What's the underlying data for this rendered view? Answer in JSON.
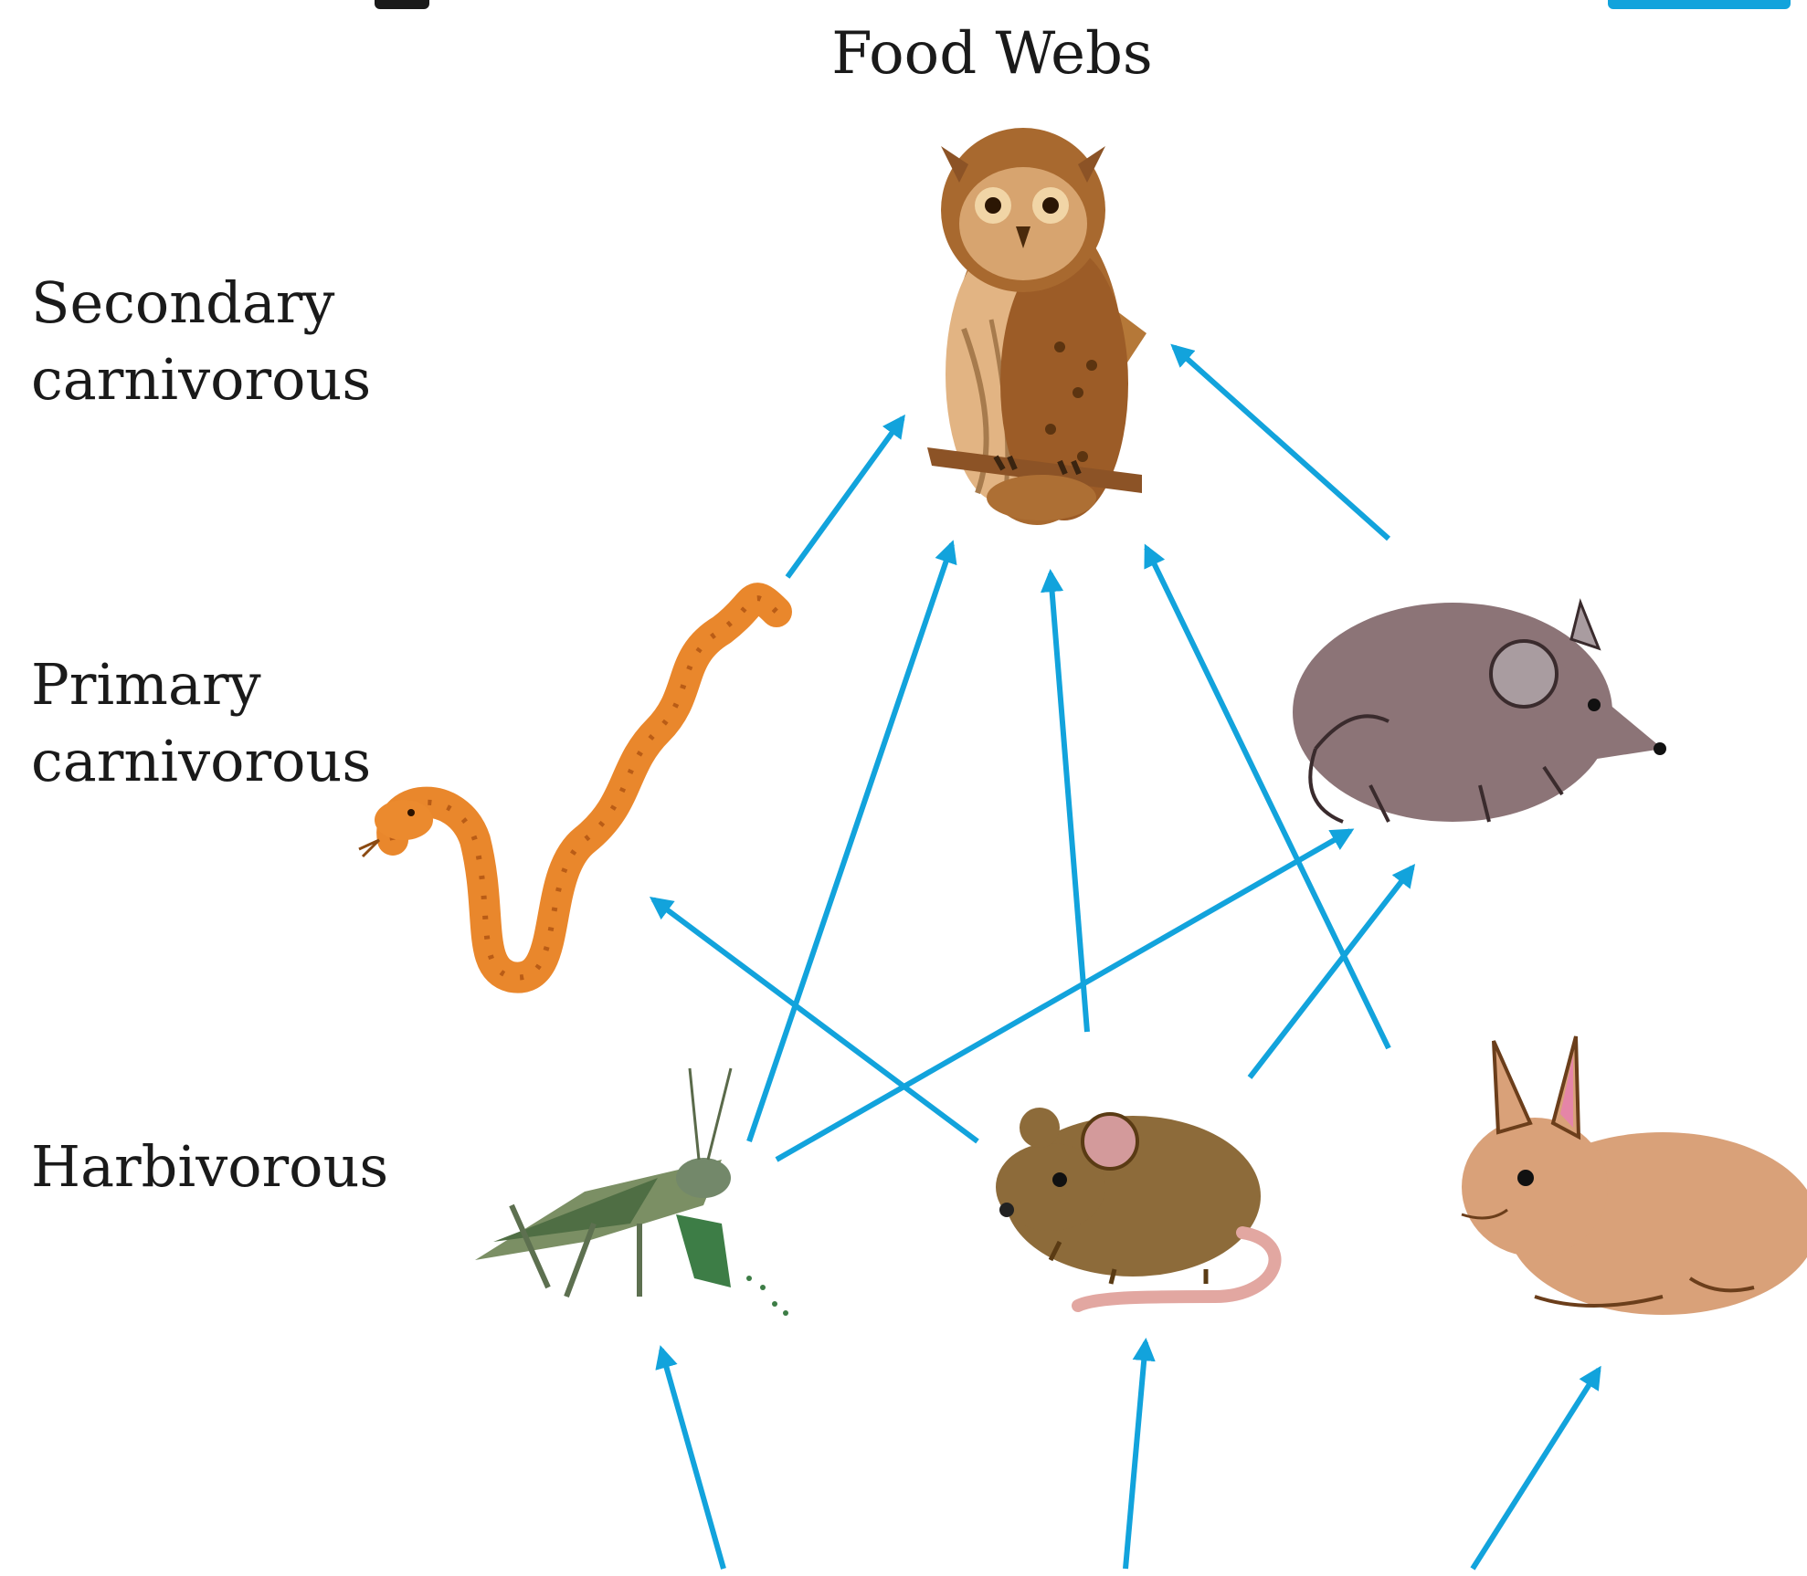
{
  "title": "Food Webs",
  "levels": [
    "Secondary\ncarnivorous",
    "Primary\ncarnivorous",
    "Harbivorous"
  ],
  "organisms": {
    "owl": "owl-icon",
    "snake": "snake-icon",
    "shrew": "shrew-icon",
    "grasshopper": "grasshopper-icon",
    "mouse": "mouse-icon",
    "rabbit": "rabbit-icon"
  },
  "colors": {
    "arrow": "#12a3dc",
    "text": "#1a1a1a"
  }
}
